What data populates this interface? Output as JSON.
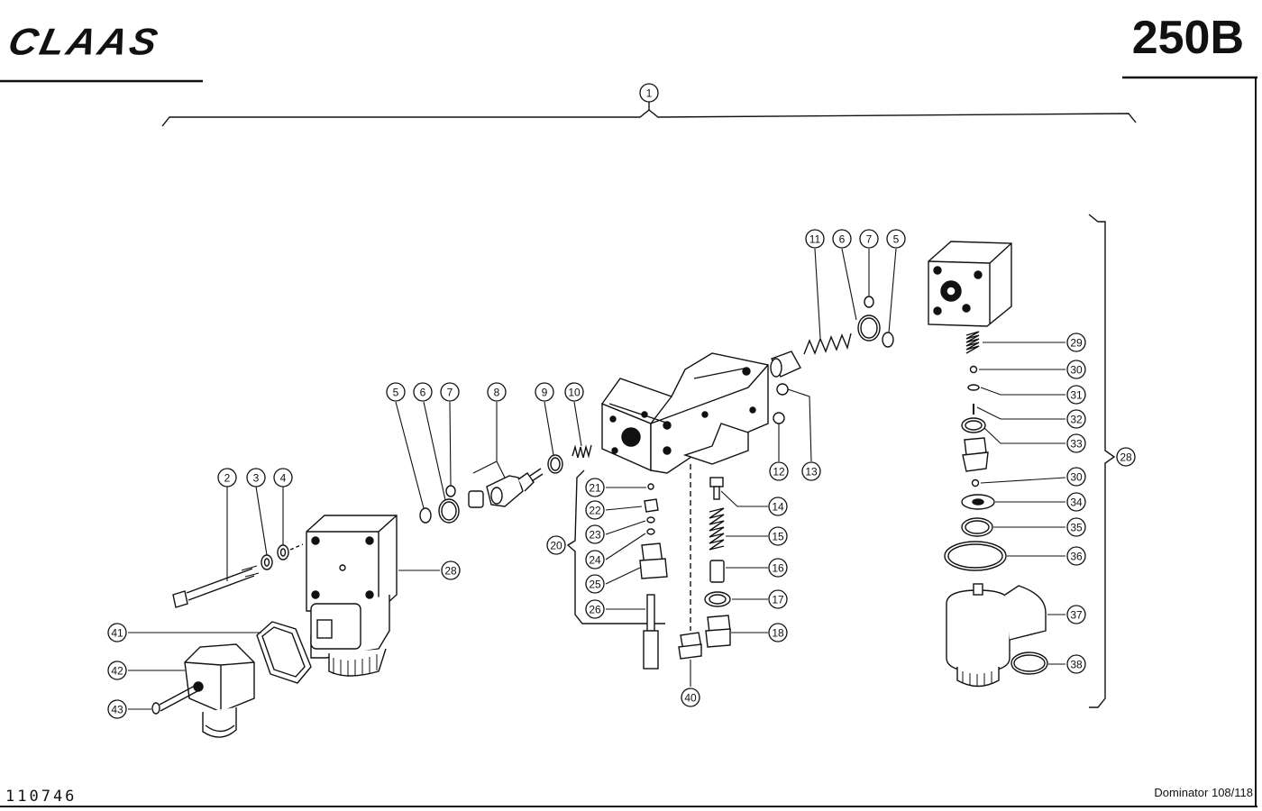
{
  "header": {
    "brand": "CLAAS",
    "page_code": "250B"
  },
  "footer": {
    "doc_number": "110746",
    "model": "Dominator 108/118"
  },
  "callouts": {
    "c1": "1",
    "c2": "2",
    "c3": "3",
    "c4": "4",
    "c5a": "5",
    "c6a": "6",
    "c7a": "7",
    "c8": "8",
    "c9": "9",
    "c10": "10",
    "c11": "11",
    "c6b": "6",
    "c7b": "7",
    "c5b": "5",
    "c12": "12",
    "c13": "13",
    "c14": "14",
    "c15": "15",
    "c16": "16",
    "c17": "17",
    "c18": "18",
    "c20": "20",
    "c21": "21",
    "c22": "22",
    "c23": "23",
    "c24": "24",
    "c25": "25",
    "c26": "26",
    "c28a": "28",
    "c28b": "28",
    "c29": "29",
    "c30a": "30",
    "c31": "31",
    "c32": "32",
    "c33": "33",
    "c30b": "30",
    "c34": "34",
    "c35": "35",
    "c36": "36",
    "c37": "37",
    "c38": "38",
    "c40": "40",
    "c41": "41",
    "c42": "42",
    "c43": "43"
  }
}
